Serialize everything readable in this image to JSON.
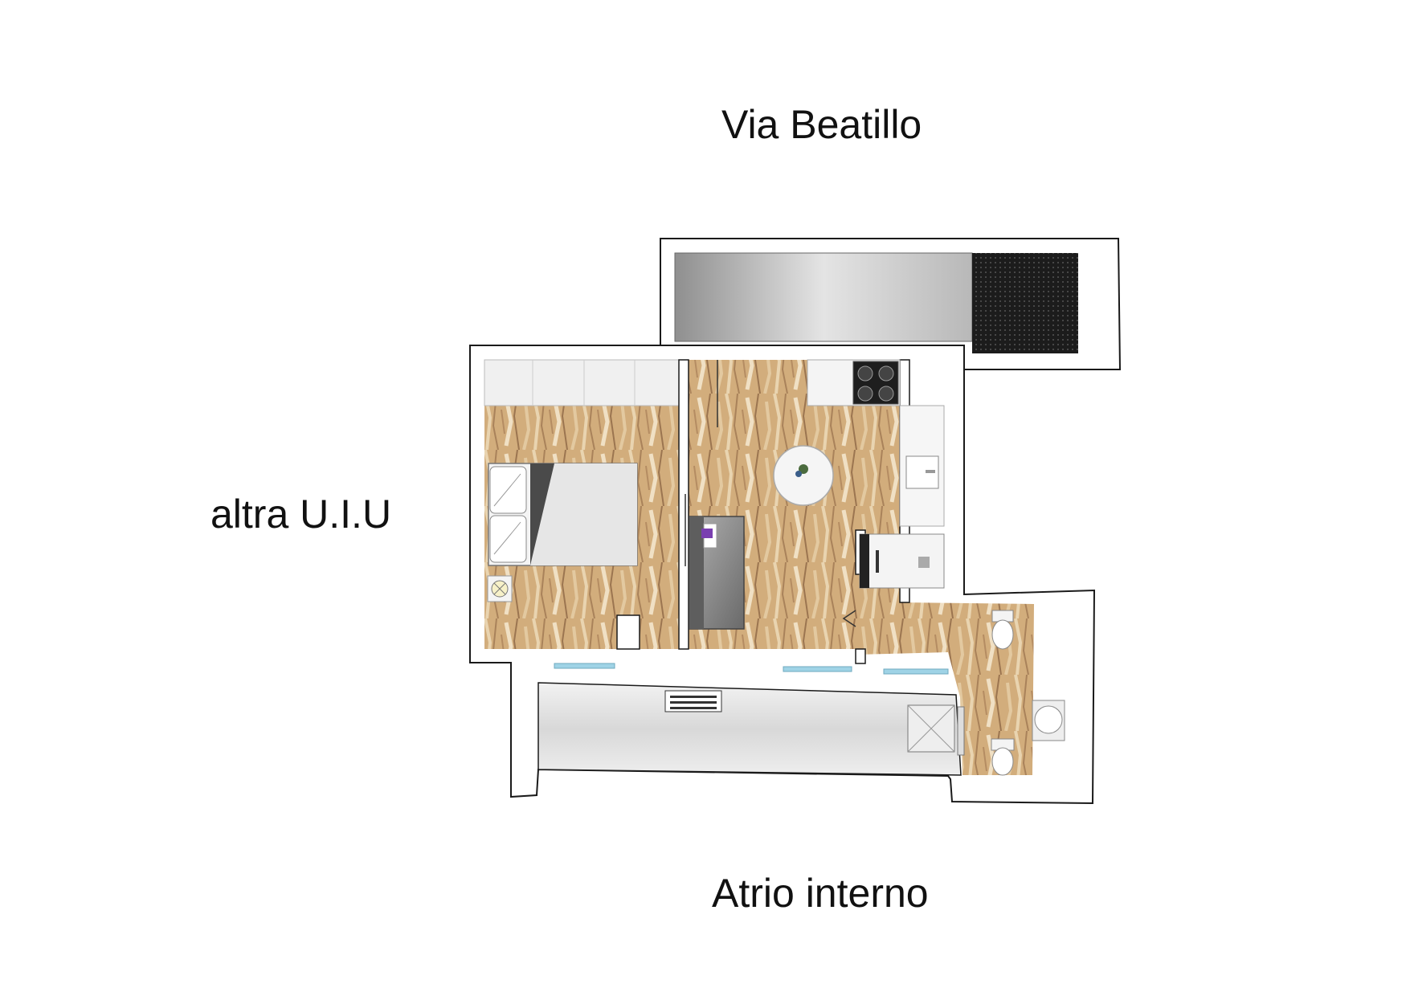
{
  "labels": {
    "street": "Via Beatillo",
    "neighbor": "altra U.I.U",
    "courtyard": "Atrio interno"
  },
  "colors": {
    "wall": "#ffffff",
    "wall_stroke": "#1a1a1a",
    "parquet_base": "#d2ad7c",
    "parquet_light": "#e8d2ad",
    "parquet_dark": "#a9825a",
    "balcony_grey": "#c9c9c9",
    "balcony_dark": "#222222",
    "furniture_grey": "#8c8c8c",
    "window_blue": "#9fd3e6",
    "accent_purple": "#7a3fb0"
  }
}
